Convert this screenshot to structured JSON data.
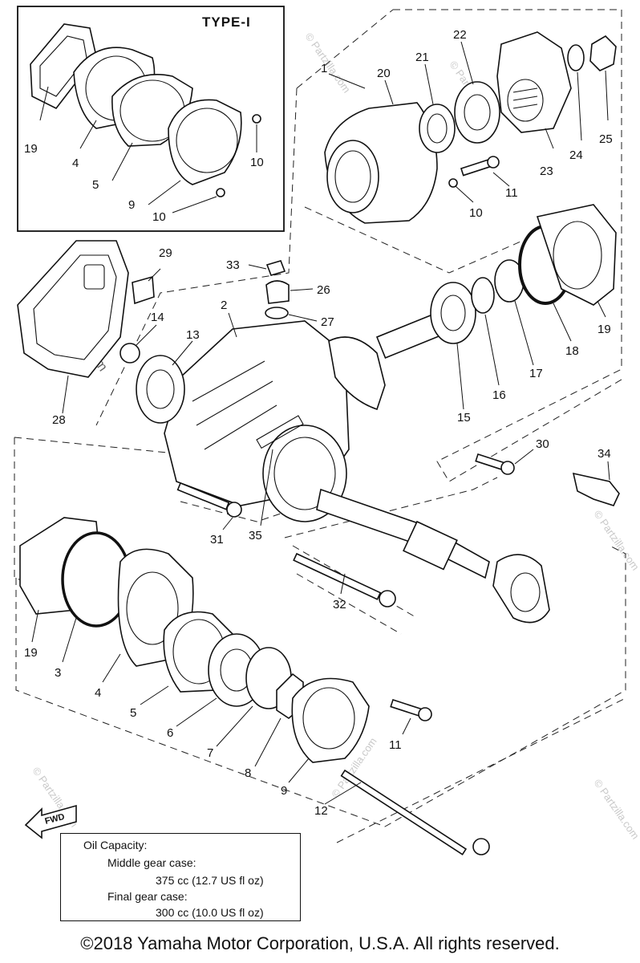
{
  "diagram": {
    "type_label": "TYPE-I",
    "watermark": "© Partzilla.com",
    "fwd_label": "FWD",
    "callouts": {
      "c1": "1",
      "c2": "2",
      "c3": "3",
      "c4a": "4",
      "c4b": "4",
      "c5a": "5",
      "c5b": "5",
      "c6": "6",
      "c7": "7",
      "c8": "8",
      "c9a": "9",
      "c9b": "9",
      "c10a": "10",
      "c10b": "10",
      "c10c": "10",
      "c11a": "11",
      "c11b": "11",
      "c12": "12",
      "c13": "13",
      "c14": "14",
      "c15": "15",
      "c16": "16",
      "c17": "17",
      "c18": "18",
      "c19a": "19",
      "c19b": "19",
      "c19c": "19",
      "c20": "20",
      "c21": "21",
      "c22": "22",
      "c23": "23",
      "c24": "24",
      "c25": "25",
      "c26": "26",
      "c27": "27",
      "c28": "28",
      "c29": "29",
      "c30": "30",
      "c31": "31",
      "c32": "32",
      "c33": "33",
      "c34": "34",
      "c35": "35"
    }
  },
  "oil_capacity": {
    "heading": "Oil Capacity:",
    "middle_label": "Middle gear case:",
    "middle_value": "375 cc (12.7 US fl oz)",
    "final_label": "Final gear case:",
    "final_value": "300 cc (10.0 US fl oz)"
  },
  "copyright": "©2018  Yamaha Motor Corporation, U.S.A. All rights reserved."
}
